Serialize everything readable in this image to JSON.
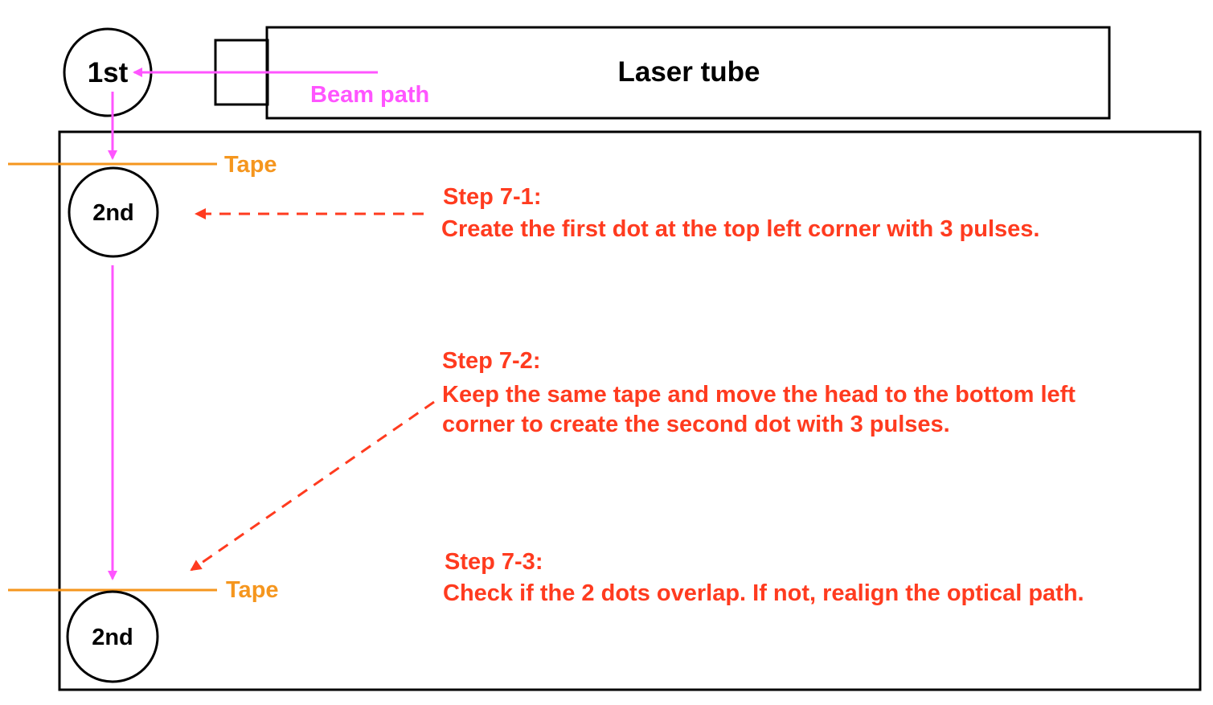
{
  "colors": {
    "outline": "#000000",
    "beam": "#ff55ff",
    "tape": "#f5961e",
    "step": "#ff3b1f"
  },
  "laser_tube": {
    "label": "Laser tube"
  },
  "mirrors": {
    "first": "1st",
    "second_top": "2nd",
    "second_bottom": "2nd"
  },
  "beam_path": {
    "label": "Beam path"
  },
  "tape": {
    "top_label": "Tape",
    "bottom_label": "Tape"
  },
  "steps": [
    {
      "title": "Step 7-1:",
      "lines": [
        "Create the first dot at the top left corner with 3 pulses."
      ]
    },
    {
      "title": "Step 7-2:",
      "lines": [
        "Keep the same tape and move the head to the bottom left",
        "corner to create the second dot with 3 pulses."
      ]
    },
    {
      "title": "Step 7-3:",
      "lines": [
        "Check if the 2 dots overlap. If not, realign the optical path."
      ]
    }
  ]
}
